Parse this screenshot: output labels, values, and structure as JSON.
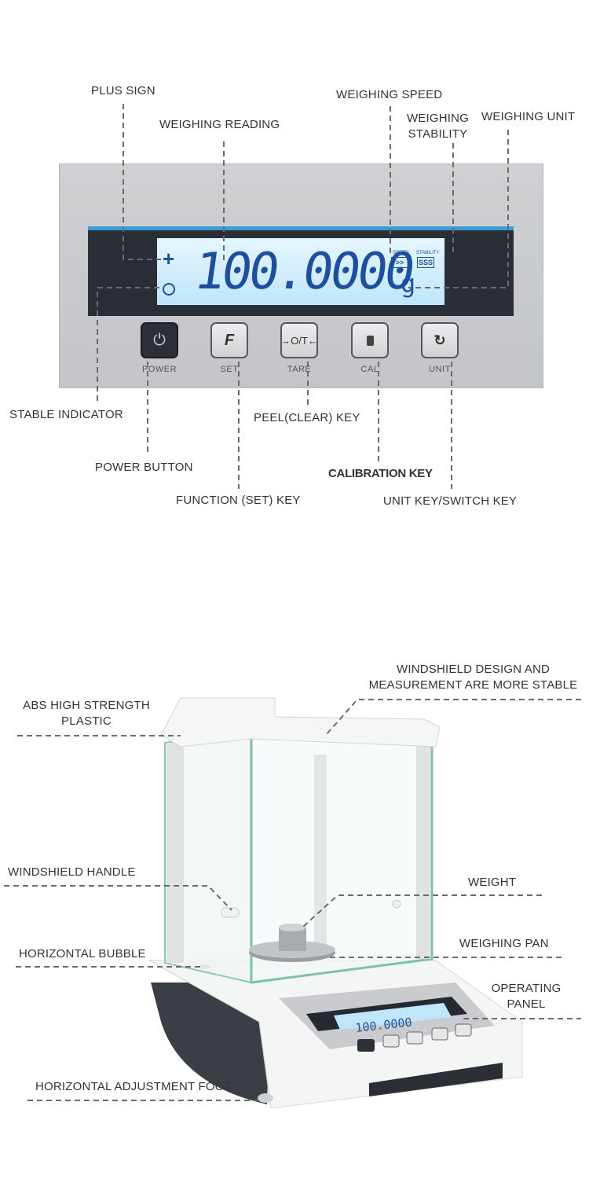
{
  "top_diagram": {
    "display": {
      "reading": "100.0000",
      "unit": "g",
      "speed_indicator": "SPEED",
      "stability_indicator": "STABILITY",
      "speed_symbol": ">>",
      "stability_symbol": "SSS",
      "plus_sign": "+"
    },
    "keys": [
      {
        "label": "POWER",
        "icon": "power-icon"
      },
      {
        "label": "SET",
        "icon": "function-f-icon"
      },
      {
        "label": "TARE",
        "icon": "tare-icon",
        "face": "→O/T←"
      },
      {
        "label": "CAL",
        "icon": "calibration-weight-icon"
      },
      {
        "label": "UNIT",
        "icon": "switch-arrows-icon"
      }
    ],
    "callouts": {
      "plus_sign": "PLUS SIGN",
      "weighing_reading": "WEIGHING READING",
      "weighing_speed": "WEIGHING SPEED",
      "weighing_stability": "WEIGHING STABILITY",
      "weighing_unit": "WEIGHING UNIT",
      "stable_indicator": "STABLE INDICATOR",
      "power_button": "POWER BUTTON",
      "function_key": "FUNCTION (SET) KEY",
      "peel_key": "PEEL(CLEAR) KEY",
      "calibration_key": "CALIBRATION KEY",
      "unit_key": "UNIT KEY/SWITCH KEY"
    }
  },
  "bottom_diagram": {
    "callouts": {
      "windshield_design": "WINDSHIELD DESIGN AND MEASUREMENT ARE MORE STABLE",
      "abs_plastic": "ABS HIGH STRENGTH PLASTIC",
      "windshield_handle": "WINDSHIELD HANDLE",
      "weight": "WEIGHT",
      "horizontal_bubble": "HORIZONTAL BUBBLE",
      "weighing_pan": "WEIGHING PAN",
      "operating_panel": "OPERATING PANEL",
      "adjustment_foot": "HORIZONTAL ADJUSTMENT FOOT"
    },
    "mini_display_reading": "100.0000"
  }
}
